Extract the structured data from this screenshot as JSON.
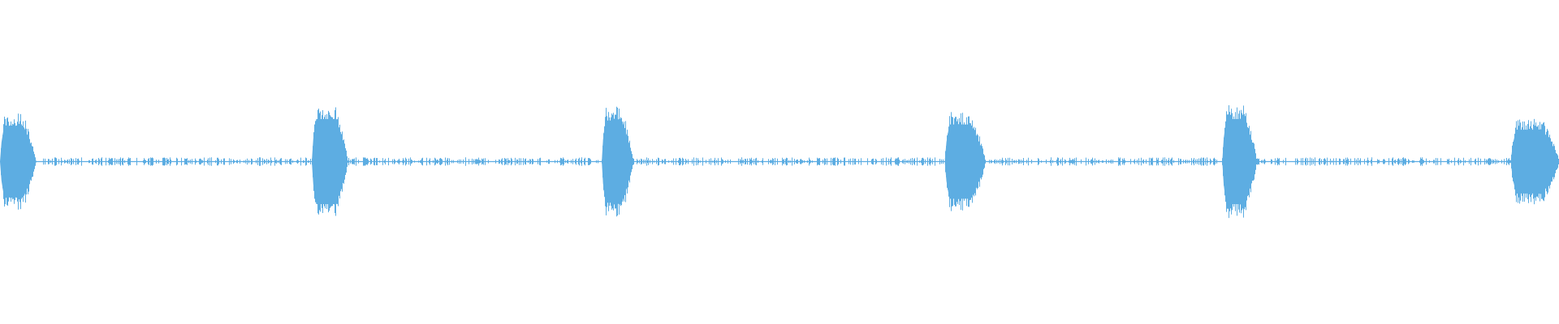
{
  "waveform": {
    "color": "#5dade2",
    "background": "#ffffff",
    "bursts": [
      {
        "start": 0.0,
        "end": 0.023,
        "peak": 0.27
      },
      {
        "start": 0.2,
        "end": 0.223,
        "peak": 0.32
      },
      {
        "start": 0.386,
        "end": 0.406,
        "peak": 0.31
      },
      {
        "start": 0.606,
        "end": 0.632,
        "peak": 0.28
      },
      {
        "start": 0.784,
        "end": 0.806,
        "peak": 0.32
      },
      {
        "start": 0.969,
        "end": 1.0,
        "peak": 0.24
      }
    ],
    "noise_level": 0.02
  }
}
